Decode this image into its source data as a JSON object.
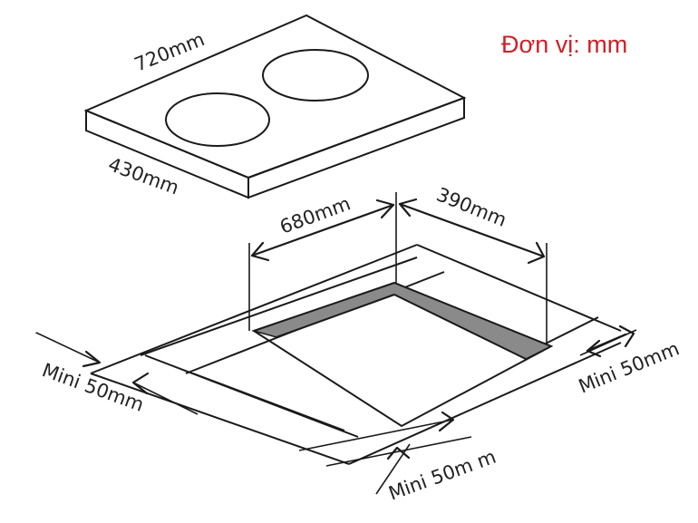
{
  "unit_label": "Đơn vị: mm",
  "hob": {
    "width_label": "720mm",
    "depth_label": "430mm",
    "burner_count": 2
  },
  "cutout": {
    "width_label": "680mm",
    "depth_label": "390mm"
  },
  "clearances": {
    "left_label": "Mini 50mm",
    "front_label": "Mini 50m m",
    "right_label": "Mini 50mm"
  },
  "colors": {
    "unit_label": "#d01f26",
    "line": "#1a1a1a",
    "cutout_wall": "#8a8a8a"
  }
}
